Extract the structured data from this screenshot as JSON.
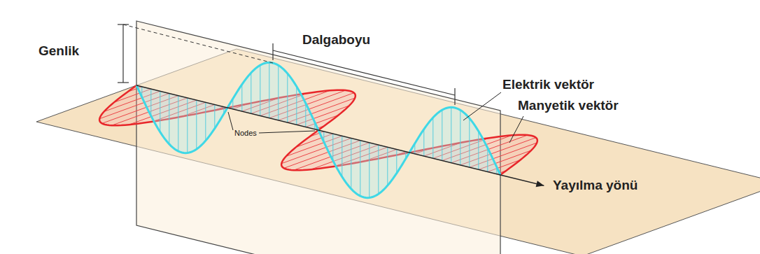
{
  "diagram": {
    "labels": [
      "Genlik",
      "Dalgaboyu",
      "Elektrik vektör",
      "Manyetik vektör",
      "Nodes",
      "Yayılma yönü"
    ]
  }
}
